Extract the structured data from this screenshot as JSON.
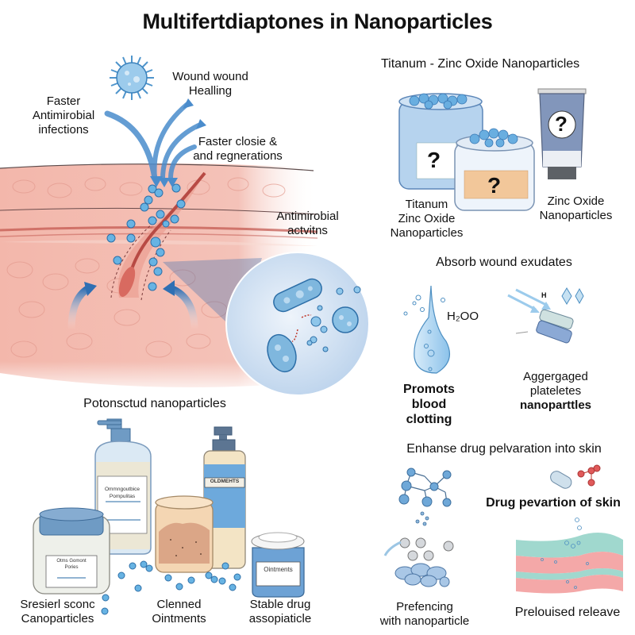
{
  "title": "Multifertdiaptones in Nanoparticles",
  "skin_section": {
    "labels": {
      "faster_antimicrobial": [
        "Faster",
        "Antimirobial",
        "infections"
      ],
      "wound_healing": [
        "Wound wound",
        "Healling"
      ],
      "faster_closure": [
        "Faster closie &",
        "and regnerations"
      ],
      "antimicrobial_activity": [
        "Antimirobial",
        "actvitns"
      ]
    }
  },
  "titanium_section": {
    "heading": "Titanum - Zinc Oxide Nanoparticles",
    "jar_mark": "?",
    "label_left": [
      "Titanum",
      "Zinc Oxide",
      "Nanoparticles"
    ],
    "label_right": [
      "Zinc Oxide",
      "Nanoparticles"
    ]
  },
  "absorb_section": {
    "heading": "Absorb wound exudates",
    "water_formula": "H₂OO",
    "small_formula": "H",
    "label_left": [
      "Promots",
      "blood",
      "clotting"
    ],
    "label_right": [
      "Aggergaged",
      "plateletes",
      "nanoparttles"
    ]
  },
  "products_section": {
    "heading": "Potonsctud nanoparticles",
    "bottle_label": [
      "Ommngoutbice",
      "Pompulitas"
    ],
    "tall_bottle_label": "OLDMEHTS",
    "jar_label": [
      "Otms Gomont",
      "Pories"
    ],
    "small_jar_label": "Ointments",
    "captions": [
      [
        "Sresierl sconc",
        "Canoparticles"
      ],
      [
        "Clenned",
        "Ointments"
      ],
      [
        "Stable drug",
        "assopiaticle"
      ]
    ]
  },
  "drug_section": {
    "heading": "Enhanse drug pelvaration into skin",
    "subheading": "Drug pevartion of skin",
    "label_left": [
      "Prefencing",
      "with nanoparticle"
    ],
    "label_right": "Prelouised releave"
  },
  "colors": {
    "skin": "#f2b9ae",
    "skin_dark": "#e9998c",
    "particle": "#5aa9dc",
    "arrow": "#2f6fb3",
    "jar_blue": "#9cc3e6",
    "tube": "#7f95b8"
  }
}
